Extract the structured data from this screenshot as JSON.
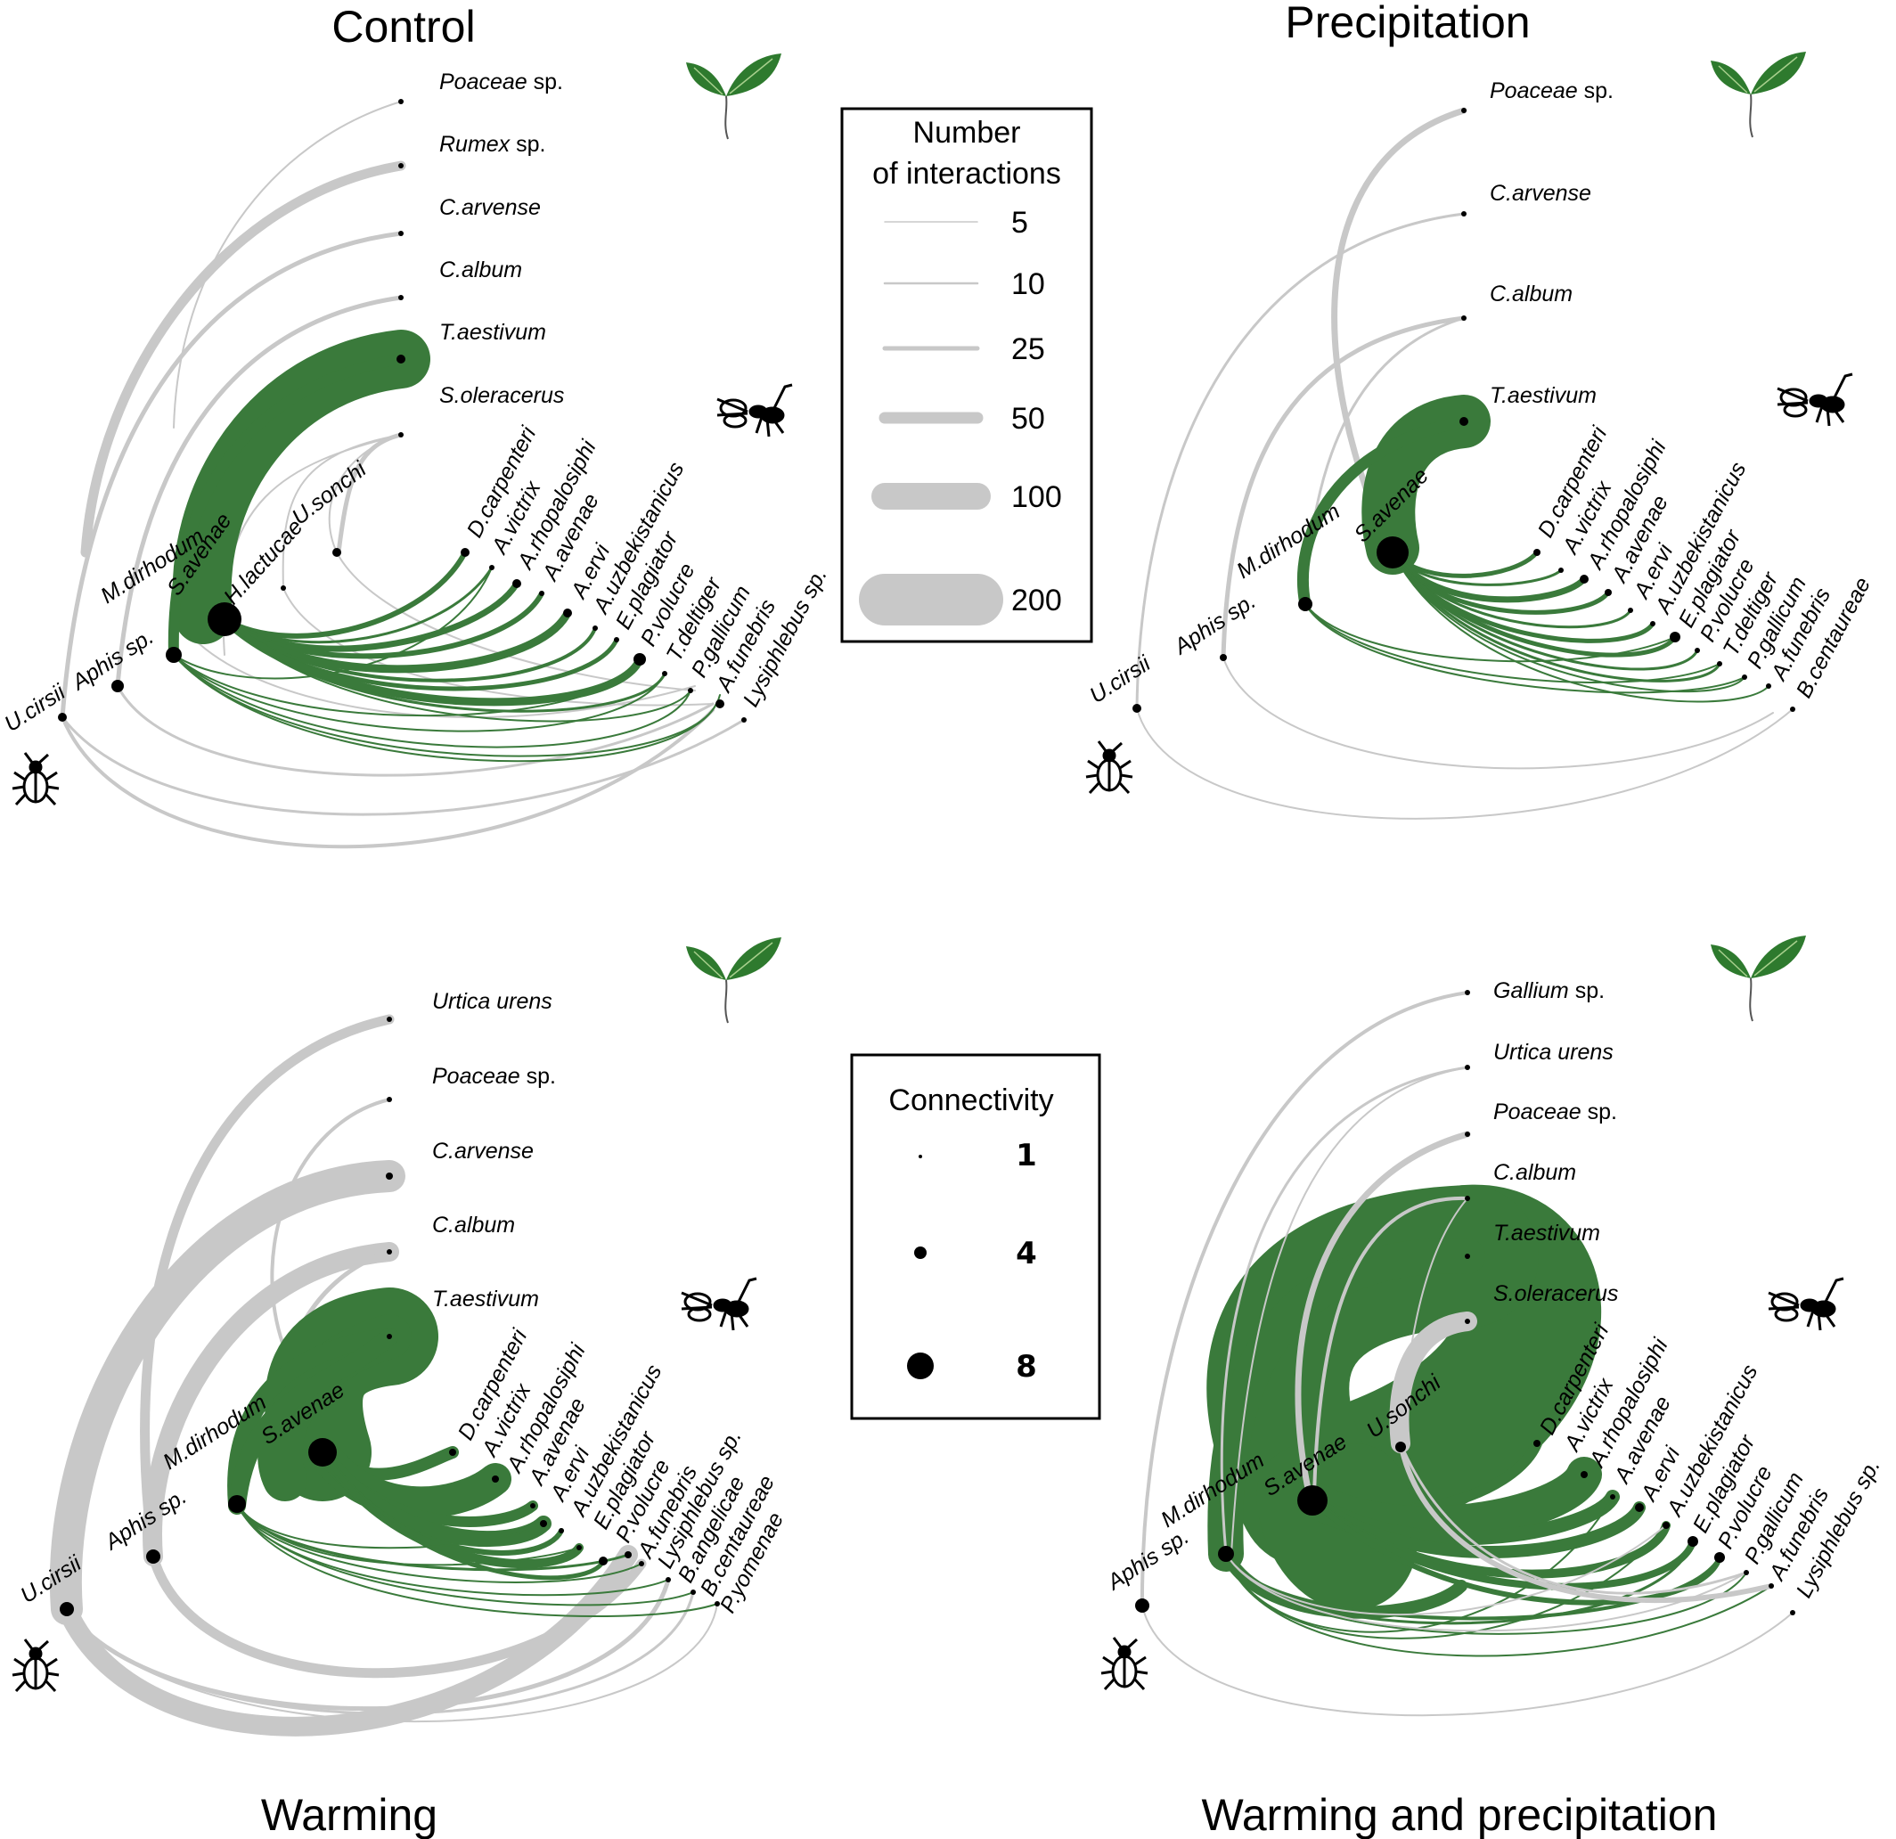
{
  "colors": {
    "trophic": "#3a7a3b",
    "plant_link": "#c8c8c8",
    "node": "#000000",
    "leaf": "#2e7a2e"
  },
  "icons": [
    "leaf-icon",
    "wasp-icon",
    "beetle-icon"
  ],
  "legends": {
    "interactions": {
      "title_line1": "Number",
      "title_line2": "of interactions",
      "items": [
        "5",
        "10",
        "25",
        "50",
        "100",
        "200"
      ],
      "values": [
        5,
        10,
        25,
        50,
        100,
        200
      ]
    },
    "connectivity": {
      "title": "Connectivity",
      "items": [
        "1",
        "4",
        "8"
      ],
      "values": [
        1,
        4,
        8
      ]
    }
  },
  "panels": [
    {
      "title": "Control",
      "plants": [
        {
          "name": "Poaceae",
          "suffix": " sp."
        },
        {
          "name": "Rumex",
          "suffix": " sp."
        },
        {
          "name": "C.arvense",
          "suffix": ""
        },
        {
          "name": "C.album",
          "suffix": ""
        },
        {
          "name": "T.aestivum",
          "suffix": ""
        },
        {
          "name": "S.oleracerus",
          "suffix": ""
        }
      ],
      "herbivores": [
        "U.cirsii",
        "Aphis sp.",
        "M.dirhodum",
        "S.avenae",
        "H.lactucae",
        "U.sonchi"
      ],
      "parasitoids": [
        "D.carpenteri",
        "A.victrix",
        "A.rhopalosiphi",
        "A.avenae",
        "A.ervi",
        "A.uzbekistanicus",
        "E.plagiator",
        "P.volucre",
        "T.deltiger",
        "P.gallicum",
        "A.funebris",
        "Lysiphlebus sp."
      ]
    },
    {
      "title": "Precipitation",
      "plants": [
        {
          "name": "Poaceae",
          "suffix": " sp."
        },
        {
          "name": "C.arvense",
          "suffix": ""
        },
        {
          "name": "C.album",
          "suffix": ""
        },
        {
          "name": "T.aestivum",
          "suffix": ""
        }
      ],
      "herbivores": [
        "U.cirsii",
        "Aphis sp.",
        "M.dirhodum",
        "S.avenae"
      ],
      "parasitoids": [
        "D.carpenteri",
        "A.victrix",
        "A.rhopalosiphi",
        "A.avenae",
        "A.ervi",
        "A.uzbekistanicus",
        "E.plagiator",
        "P.volucre",
        "T.deltiger",
        "P.gallicum",
        "A.funebris",
        "B.centaureae"
      ]
    },
    {
      "title": "Warming",
      "plants": [
        {
          "name": "Urtica urens",
          "suffix": ""
        },
        {
          "name": "Poaceae",
          "suffix": " sp."
        },
        {
          "name": "C.arvense",
          "suffix": ""
        },
        {
          "name": "C.album",
          "suffix": ""
        },
        {
          "name": "T.aestivum",
          "suffix": ""
        }
      ],
      "herbivores": [
        "U.cirsii",
        "Aphis sp.",
        "M.dirhodum",
        "S.avenae"
      ],
      "parasitoids": [
        "D.carpenteri",
        "A.victrix",
        "A.rhopalosiphi",
        "A.avenae",
        "A.ervi",
        "A.uzbekistanicus",
        "E.plagiator",
        "P.volucre",
        "A.funebris",
        "Lysiphlebus sp.",
        "B.angelicae",
        "B.centaureae",
        "P.yomenae"
      ]
    },
    {
      "title": "Warming and precipitation",
      "plants": [
        {
          "name": "Gallium",
          "suffix": " sp."
        },
        {
          "name": "Urtica urens",
          "suffix": ""
        },
        {
          "name": "Poaceae",
          "suffix": " sp."
        },
        {
          "name": "C.album",
          "suffix": ""
        },
        {
          "name": "T.aestivum",
          "suffix": ""
        },
        {
          "name": "S.oleracerus",
          "suffix": ""
        }
      ],
      "herbivores": [
        "Aphis sp.",
        "M.dirhodum",
        "S.avenae",
        "U.sonchi"
      ],
      "parasitoids": [
        "D.carpenteri",
        "A.victrix",
        "A.rhopalosiphi",
        "A.avenae",
        "A.ervi",
        "A.uzbekistanicus",
        "E.plagiator",
        "P.volucre",
        "P.gallicum",
        "A.funebris",
        "Lysiphlebus sp."
      ]
    }
  ]
}
